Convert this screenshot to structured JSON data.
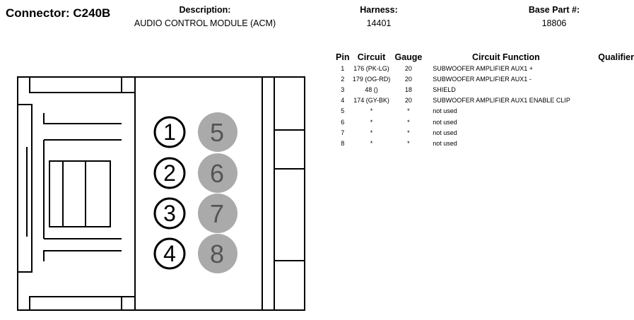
{
  "connector": {
    "label": "Connector: C240B"
  },
  "description": {
    "label": "Description:",
    "value": "AUDIO CONTROL MODULE (ACM)"
  },
  "harness": {
    "label": "Harness:",
    "value": "14401"
  },
  "base_part": {
    "label": "Base Part #:",
    "value": "18806"
  },
  "table": {
    "headers": {
      "pin": "Pin",
      "circuit": "Circuit",
      "gauge": "Gauge",
      "function": "Circuit Function",
      "qualifier": "Qualifier"
    },
    "rows": [
      {
        "pin": "1",
        "circuit": "176 (PK-LG)",
        "gauge": "20",
        "function": "SUBWOOFER AMPLIFIER AUX1 +",
        "qualifier": ""
      },
      {
        "pin": "2",
        "circuit": "179 (OG-RD)",
        "gauge": "20",
        "function": "SUBWOOFER AMPLIFIER AUX1 -",
        "qualifier": ""
      },
      {
        "pin": "3",
        "circuit": "48 ()",
        "gauge": "18",
        "function": "SHIELD",
        "qualifier": ""
      },
      {
        "pin": "4",
        "circuit": "174 (GY-BK)",
        "gauge": "20",
        "function": "SUBWOOFER AMPLIFIER AUX1 ENABLE CLIP",
        "qualifier": ""
      },
      {
        "pin": "5",
        "circuit": "*",
        "gauge": "*",
        "function": "not used",
        "qualifier": ""
      },
      {
        "pin": "6",
        "circuit": "*",
        "gauge": "*",
        "function": "not used",
        "qualifier": ""
      },
      {
        "pin": "7",
        "circuit": "*",
        "gauge": "*",
        "function": "not used",
        "qualifier": ""
      },
      {
        "pin": "8",
        "circuit": "*",
        "gauge": "*",
        "function": "not used",
        "qualifier": ""
      }
    ]
  },
  "diagram": {
    "pins_used": [
      "1",
      "2",
      "3",
      "4"
    ],
    "pins_unused": [
      "5",
      "6",
      "7",
      "8"
    ],
    "colors": {
      "line": "#000000",
      "used_fill": "#ffffff",
      "unused_fill": "#aaaaaa",
      "unused_text": "#555555"
    }
  }
}
